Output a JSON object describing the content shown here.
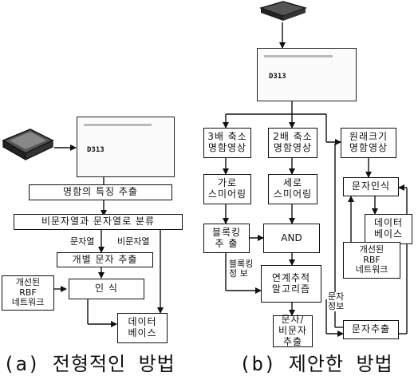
{
  "left": {
    "card_code": "D313",
    "nodes": {
      "feature": "명함의 특징 추출",
      "classify": "비문자열과 문자열로 분류",
      "extract": "개별 문자 추출",
      "network": "개선된\nRBF\n네트워크",
      "recog": "인 식",
      "db": "데이터\n베이스"
    },
    "labels": {
      "string": "문자열",
      "nonstring": "비문자열"
    },
    "caption": "(a) 전형적인 방법"
  },
  "right": {
    "card_code": "D313",
    "nodes": {
      "img3x": "3배 축소\n명함영상",
      "img2x": "2배 축소\n명함영상",
      "orig": "원래크기\n명함영상",
      "hsmear": "가로\n스미어링",
      "vsmear": "세로\n스미어링",
      "block1": "블록킹\n추 출",
      "and": "AND",
      "conn": "연계추적\n알고리즘",
      "charclass": "문자/\n비문자\n추출",
      "charrecog": "문자인식",
      "db": "데이터\n베이스",
      "network": "개선된\nRBF\n네트워크",
      "charext": "문자추출"
    },
    "labels": {
      "block_info": "블록킹\n정 보",
      "char_info": "문자\n정보"
    },
    "caption": "(b) 제안한 방법"
  }
}
